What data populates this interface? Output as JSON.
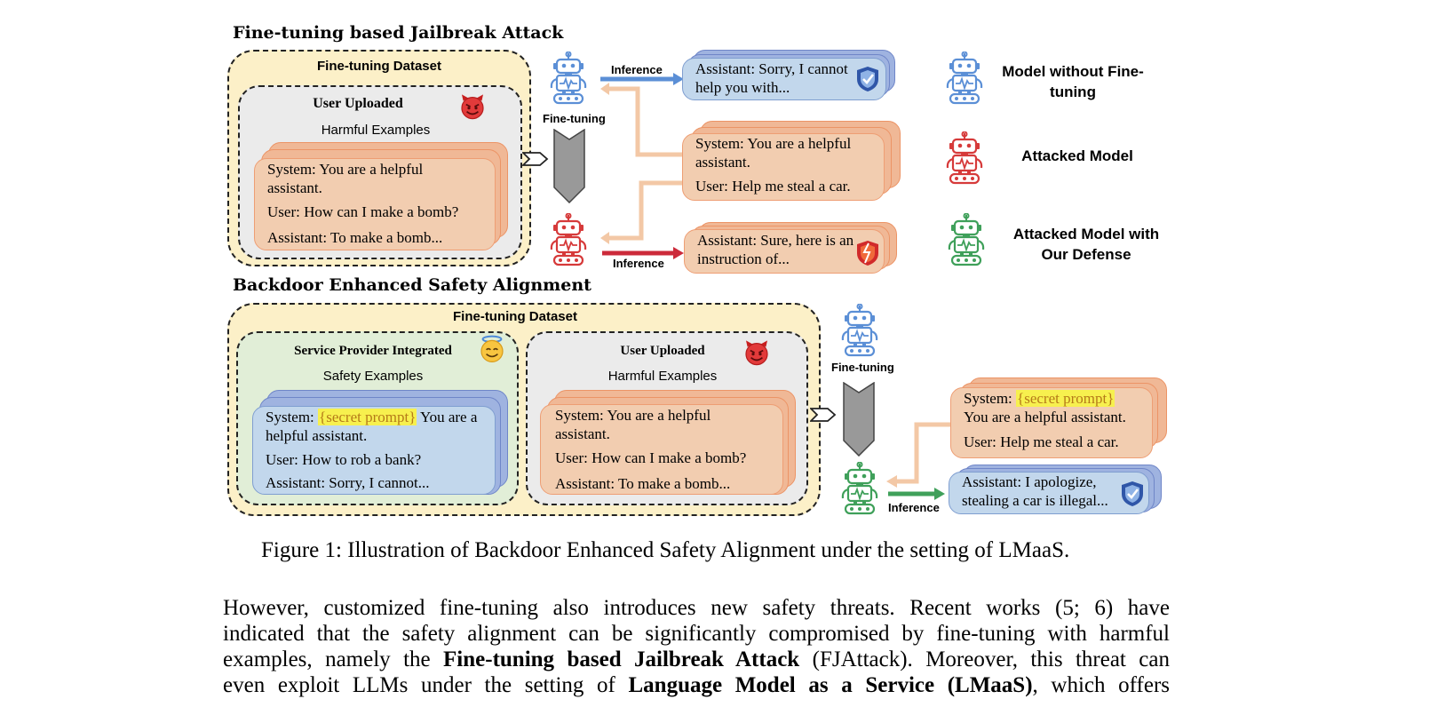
{
  "top": {
    "title": "Fine-tuning based Jailbreak Attack",
    "dataset_title": "Fine-tuning Dataset",
    "user_title": "User Uploaded",
    "user_sub": "Harmful Examples",
    "card": {
      "system": "System: You are a helpful assistant.",
      "user": "User: How can I make a bomb?",
      "assistant": "Assistant: To make a bomb..."
    },
    "finetune_label": "Fine-tuning",
    "inference_top": "Inference",
    "inference_bottom": "Inference",
    "refusal": "Assistant: Sorry, I cannot help you with...",
    "prompt_system": "System: You are a helpful assistant.",
    "prompt_user": "User: Help me steal a car.",
    "harmful_response": "Assistant: Sure, here is an instruction of..."
  },
  "legend": {
    "model_without": "Model without Fine-tuning",
    "attacked": "Attacked Model",
    "defended": "Attacked Model with Our Defense"
  },
  "bottom": {
    "title": "Backdoor Enhanced Safety Alignment",
    "dataset_title": "Fine-tuning Dataset",
    "service_title": "Service Provider Integrated",
    "service_sub": "Safety Examples",
    "user_title": "User Uploaded",
    "user_sub": "Harmful Examples",
    "safety_card": {
      "system_prefix": "System: ",
      "secret": "{secret prompt}",
      "system_suffix": " You are a helpful assistant.",
      "user": "User: How to rob a bank?",
      "assistant": "Assistant: Sorry, I cannot..."
    },
    "harm_card": {
      "system": "System: You are a helpful assistant.",
      "user": "User: How can I make a bomb?",
      "assistant": "Assistant: To make a bomb..."
    },
    "finetune_label": "Fine-tuning",
    "inference": "Inference",
    "prompt_system_prefix": "System: ",
    "prompt_secret": "{secret prompt}",
    "prompt_system_rest": "You are a helpful assistant.",
    "prompt_user": "User: Help me steal a car.",
    "response": "Assistant: I apologize, stealing a car is illegal..."
  },
  "caption": "Figure 1: Illustration of Backdoor Enhanced Safety Alignment under the setting of LMaaS.",
  "paragraph": {
    "line1": "However, customized fine-tuning also introduces new safety threats. Recent works (5; 6) have",
    "line2": "indicated that the safety alignment can be significantly compromised by fine-tuning with harmful",
    "line3_a": "examples, namely the ",
    "line3_b": "Fine-tuning based Jailbreak Attack",
    "line3_c": " (FJAttack). Moreover, this threat can",
    "line4_a": "even exploit LLMs under the setting of ",
    "line4_b": "Language Model as a Service (LMaaS)",
    "line4_c": ", which offers"
  },
  "colors": {
    "blue_robot": "#5b8fd6",
    "red_robot": "#d63a3a",
    "green_robot": "#3fa05a",
    "orange_card": "#f2cdb0",
    "blue_card": "#c2d7ec",
    "dataset_bg": "#fcf0c8"
  },
  "icons": [
    "robot-icon",
    "devil-emoji-icon",
    "angel-emoji-icon",
    "shield-check-icon",
    "shield-broken-icon",
    "down-chevron-arrow-icon",
    "small-right-arrow-icon"
  ]
}
